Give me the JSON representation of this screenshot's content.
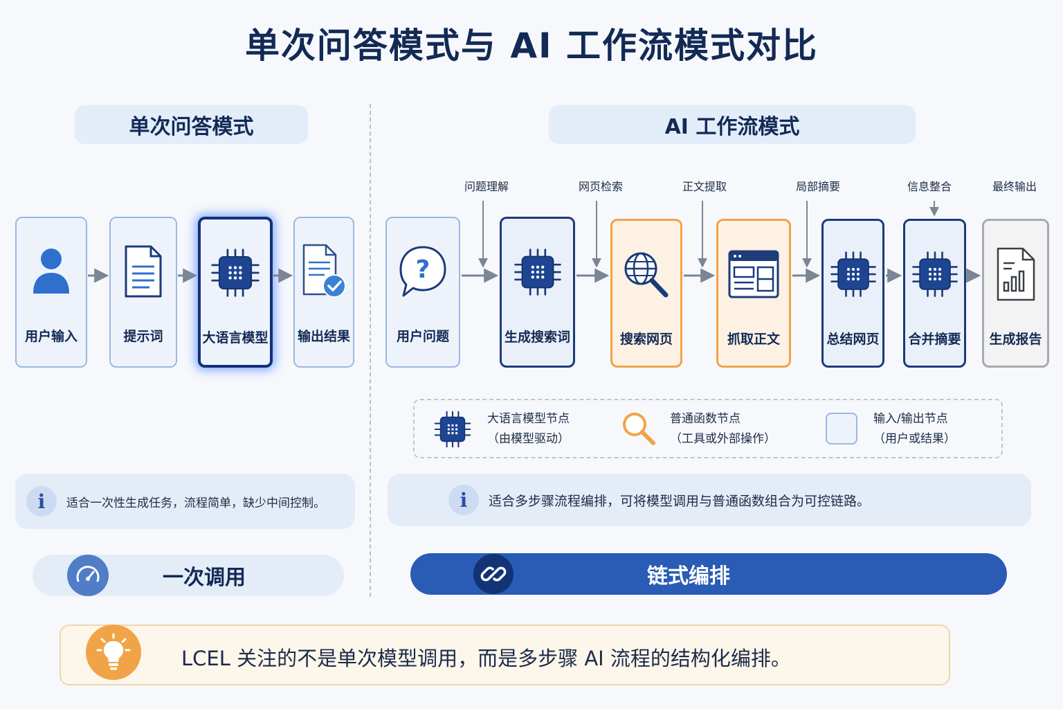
{
  "title": "单次问答模式与 AI 工作流模式对比",
  "left_section": {
    "header": "单次问答模式",
    "nodes": [
      {
        "label": "用户输入",
        "icon": "user-icon"
      },
      {
        "label": "提示词",
        "icon": "document-icon"
      },
      {
        "label": "大语言模型",
        "icon": "chip-icon"
      },
      {
        "label": "输出结果",
        "icon": "document-check-icon"
      }
    ],
    "info": "适合一次性生成任务，流程简单，缺少中间控制。",
    "badge": "一次调用",
    "badge_icon": "speedometer-icon"
  },
  "right_section": {
    "header": "AI 工作流模式",
    "step_labels": [
      "问题理解",
      "网页检索",
      "正文提取",
      "局部摘要",
      "信息整合",
      "最终输出"
    ],
    "nodes": [
      {
        "label": "用户问题",
        "icon": "question-bubble-icon"
      },
      {
        "label": "生成搜索词",
        "icon": "chip-icon"
      },
      {
        "label": "搜索网页",
        "icon": "globe-search-icon"
      },
      {
        "label": "抓取正文",
        "icon": "webpage-layout-icon"
      },
      {
        "label": "总结网页",
        "icon": "chip-icon"
      },
      {
        "label": "合并摘要",
        "icon": "chip-icon"
      },
      {
        "label": "生成报告",
        "icon": "report-chart-icon"
      }
    ],
    "legend": [
      {
        "line1": "大语言模型节点",
        "line2": "（由模型驱动）",
        "icon": "chip-icon"
      },
      {
        "line1": "普通函数节点",
        "line2": "（工具或外部操作）",
        "icon": "magnifier-icon"
      },
      {
        "line1": "输入/输出节点",
        "line2": "（用户或结果）",
        "icon": "square-icon"
      }
    ],
    "info": "适合多步骤流程编排，可将模型调用与普通函数组合为可控链路。",
    "badge": "链式编排",
    "badge_icon": "link-icon"
  },
  "tip": {
    "text": "LCEL 关注的不是单次模型调用，而是多步骤 AI 流程的结构化编排。",
    "icon": "lightbulb-icon"
  },
  "colors": {
    "navy": "#132a55",
    "accent_blue": "#2a5bb5",
    "orange": "#f0a447",
    "light_blue": "#e3edfa"
  }
}
